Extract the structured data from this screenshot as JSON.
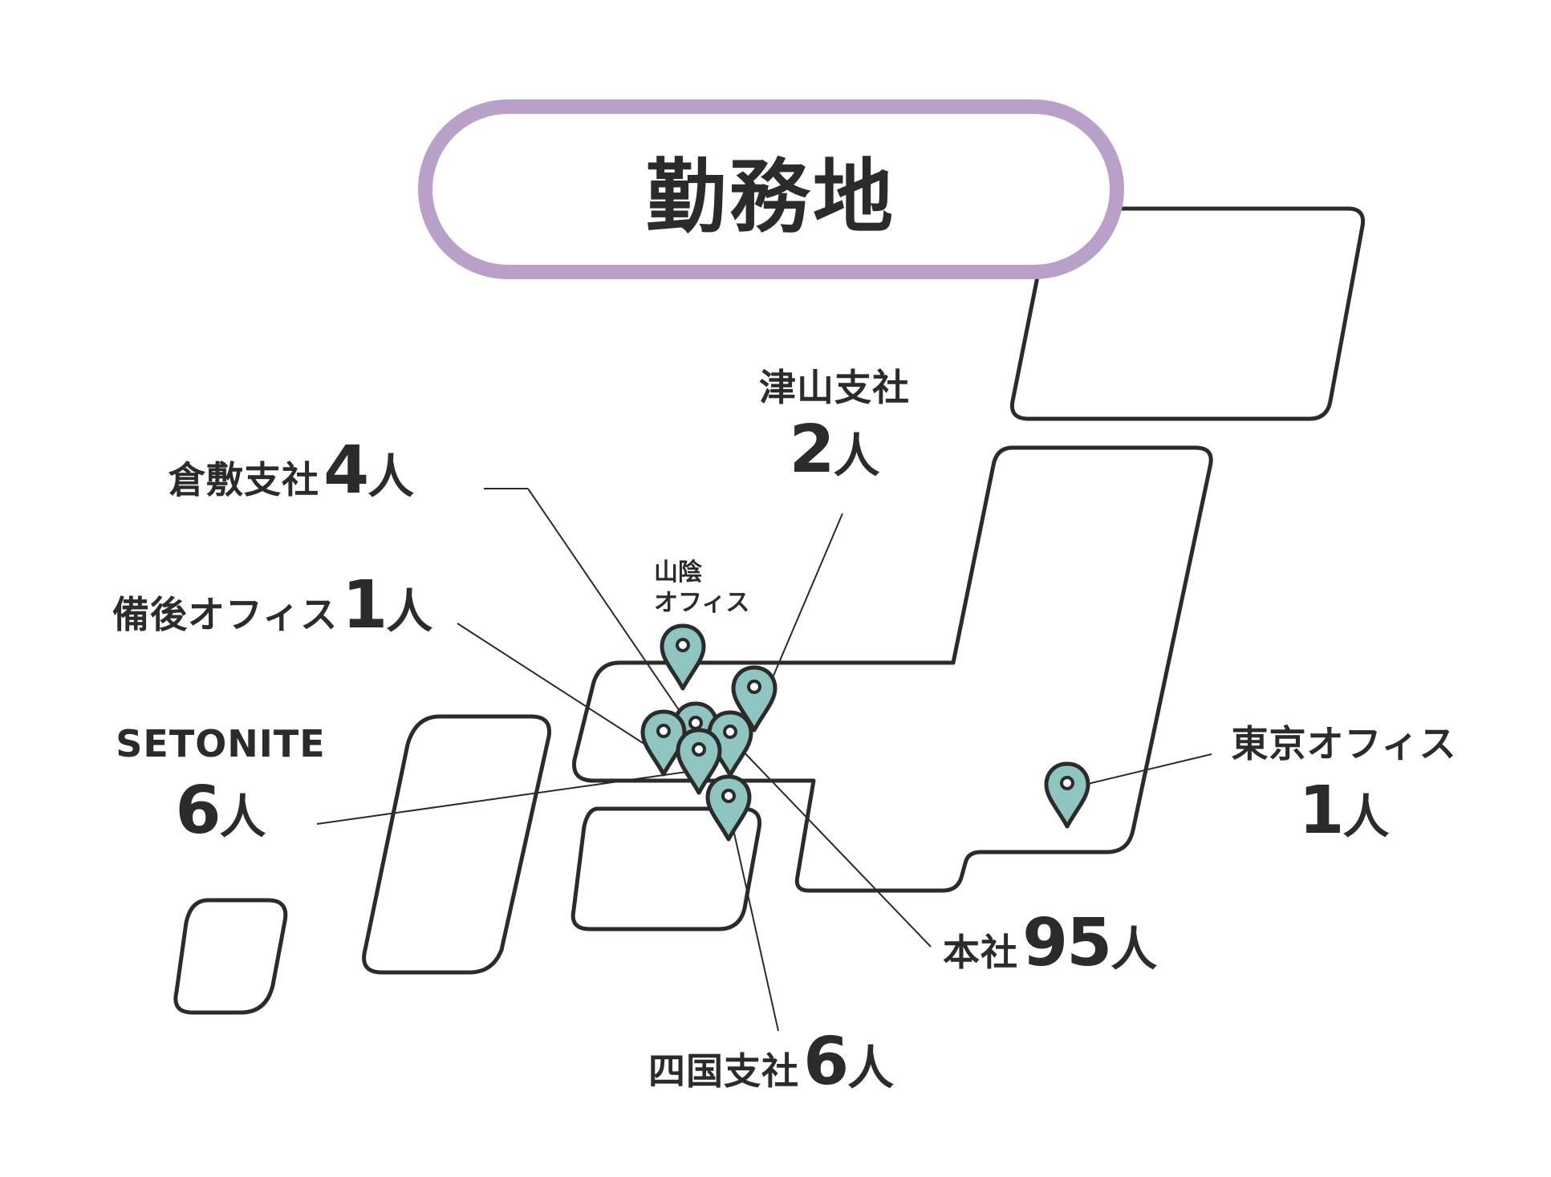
{
  "title": "勤務地",
  "colors": {
    "title_border": "#b9a0c9",
    "pin_fill": "#8ec5c1",
    "outline": "#2b2b2b",
    "leader_line": "#2b2b2b"
  },
  "icons": {
    "pin": "map-pin-icon"
  },
  "locations": [
    {
      "name": "津山支社",
      "count": "2",
      "unit": "人"
    },
    {
      "name": "倉敷支社",
      "count": "4",
      "unit": "人"
    },
    {
      "name": "山陰オフィス",
      "lines": [
        "山陰",
        "オフィス"
      ]
    },
    {
      "name": "備後オフィス",
      "count": "1",
      "unit": "人"
    },
    {
      "name": "SETONITE",
      "count": "6",
      "unit": "人"
    },
    {
      "name": "東京オフィス",
      "count": "1",
      "unit": "人"
    },
    {
      "name": "本社",
      "count": "95",
      "unit": "人"
    },
    {
      "name": "四国支社",
      "count": "6",
      "unit": "人"
    }
  ]
}
